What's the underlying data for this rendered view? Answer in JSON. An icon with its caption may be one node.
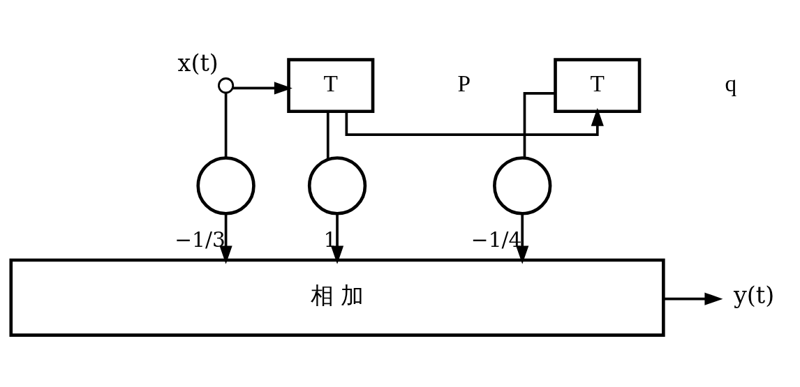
{
  "diagram": {
    "nodes": [
      {
        "text": [],
        "shape": "circle",
        "beside": [
          "x(t)"
        ]
      },
      {
        "text": [
          "T"
        ]
      },
      {
        "text": [
          "T"
        ]
      },
      {
        "text": [],
        "shape": "circle"
      },
      {
        "text": [],
        "shape": "circle"
      },
      {
        "text": [],
        "shape": "circle"
      },
      {
        "text": [
          "相 加"
        ]
      },
      {
        "text": [
          "y(t)"
        ]
      }
    ],
    "edges": [
      {
        "from": 0,
        "to": 1,
        "arrow": "to"
      },
      {
        "from": 0,
        "to": 3,
        "arrow": "none"
      },
      {
        "from": 1,
        "to": 2,
        "arrow": "to"
      },
      {
        "from": 1,
        "to": 4,
        "arrow": "none"
      },
      {
        "from": 2,
        "to": 5,
        "arrow": "none"
      },
      {
        "from": 3,
        "to": 6,
        "arrow": "to",
        "label": "−1/3"
      },
      {
        "from": 4,
        "to": 6,
        "arrow": "to",
        "label": "1"
      },
      {
        "from": 5,
        "to": 6,
        "arrow": "to",
        "label": "−1/4"
      },
      {
        "from": 6,
        "to": 7,
        "arrow": "to"
      }
    ],
    "labels": [
      "P",
      "q"
    ]
  }
}
